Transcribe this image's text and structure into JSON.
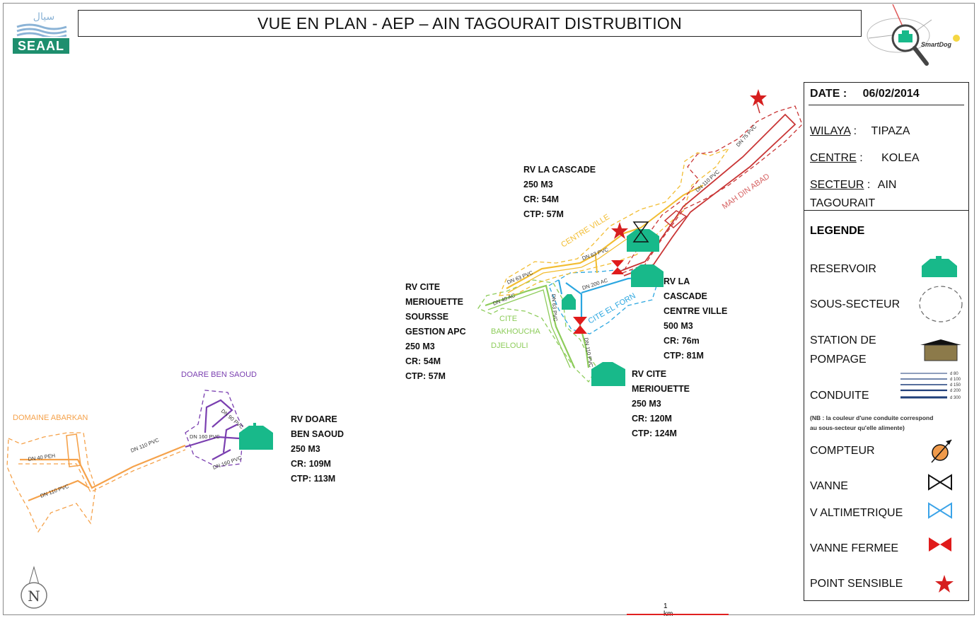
{
  "header": {
    "title": "VUE EN PLAN - AEP – AIN TAGOURAIT DISTRUBITION"
  },
  "logos": {
    "left": "SEAAL",
    "left_arabic": "سيال",
    "right": "SmartD",
    "right_suffix": "og"
  },
  "info": {
    "date_label": "DATE :",
    "date_value": "06/02/2014",
    "wilaya_label": "WILAYA",
    "wilaya_sep": " :",
    "wilaya_value": "TIPAZA",
    "centre_label": "CENTRE",
    "centre_sep": " :",
    "centre_value": "KOLEA",
    "secteur_label": "SECTEUR",
    "secteur_sep": " :",
    "secteur_value": "AIN",
    "secteur_value2": "TAGOURAIT"
  },
  "legend": {
    "title": "LEGENDE",
    "reservoir": "RESERVOIR",
    "sous_secteur": "SOUS-SECTEUR",
    "station_1": "STATION DE",
    "station_2": "POMPAGE",
    "conduite": "CONDUITE",
    "conduite_sizes": [
      "d 80",
      "d 100",
      "d 150",
      "d 200",
      "d 300"
    ],
    "note_1": "(NB : la couleur d'une conduite correspond",
    "note_2": "au sous-secteur qu'elle alimente)",
    "compteur": "COMPTEUR",
    "vanne": "VANNE",
    "v_altimetrique": "V ALTIMETRIQUE",
    "vanne_fermee": "VANNE FERMEE",
    "point_sensible": "POINT SENSIBLE"
  },
  "reservoirs": {
    "la_cascade": [
      "RV LA CASCADE",
      "250 M3",
      "CR: 54M",
      "CTP: 57M"
    ],
    "cascade_centre": [
      "RV LA",
      "CASCADE",
      "CENTRE VILLE",
      "500 M3",
      "CR: 76m",
      "CTP: 81M"
    ],
    "cite_merio_apc": [
      "RV CITE",
      "MERIOUETTE",
      "SOURSSE",
      "GESTION APC",
      "250 M3",
      "CR: 54M",
      "CTP: 57M"
    ],
    "cite_merio": [
      "RV CITE",
      "MERIOUETTE",
      "250 M3",
      "CR: 120M",
      "CTP: 124M"
    ],
    "doare": [
      "RV DOARE",
      "BEN SAOUD",
      " 250 M3",
      "CR: 109M",
      "CTP: 113M"
    ]
  },
  "sectors": {
    "doare": "DOARE BEN SAOUD",
    "abarkan": "DOMAINE ABARKAN",
    "centre_ville": "CENTRE VILLE",
    "mah_din": "MAH DIN ABAD",
    "cite_el_forn": "CITE EL FORN",
    "cite_1": "CITE",
    "cite_2": "BAKHOUCHA",
    "cite_3": "DJELOULI"
  },
  "pipes": {
    "dn40peh": "DN 40 PEH",
    "dn110pvc_a": "DN 110 PVC",
    "dn110pvc_b": "DN 110 PVC",
    "dn160pvc_a": "DN 160 PVC",
    "dn160pvc_b": "DN 160 PVC",
    "dn90pvc": "DN 90 PVC",
    "dn63pvc_a": "DN 63 PVC",
    "dn63pvc_b": "DN 63 PVC",
    "dn40ac": "DN 40 AC",
    "dn200ac": "DN 200 AC",
    "dn110pvc_c": "DN 110 PVC",
    "dn110pvc_d": "DN 110 PVC",
    "dn75pvc": "DN 75 PVC",
    "dn63pvc_c": "DN 63 PVC"
  },
  "scale": {
    "label": "1 km"
  },
  "north": {
    "label": "N"
  },
  "colors": {
    "reservoir": "#18b98a",
    "orange": "#f5a24b",
    "purple": "#7a3fb0",
    "yellow": "#f2bd32",
    "red": "#c93535",
    "blue": "#2aa6e0",
    "green": "#8dcc5a",
    "star": "#d61f1f",
    "station": "#8c7a4a"
  }
}
